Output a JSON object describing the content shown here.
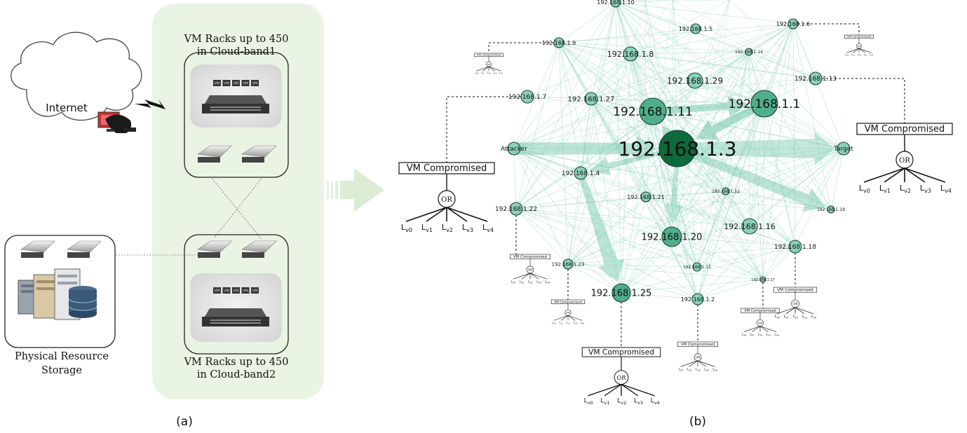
{
  "panel_a": {
    "internet_label": "Internet",
    "rack_top_label_line1": "VM Racks up to 450",
    "rack_top_label_line2": "in Cloud-band1",
    "rack_bottom_label_line1": "VM Racks up to 450",
    "rack_bottom_label_line2": "in Cloud-band2",
    "storage_label_line1": "Physical Resource",
    "storage_label_line2": "Storage",
    "vm_tag": "VM",
    "caption": "(a)"
  },
  "panel_b": {
    "caption": "(b)",
    "compromised_label": "VM Compromised",
    "or_label": "OR",
    "leaf_labels": [
      "L",
      "L",
      "L",
      "L",
      "L"
    ],
    "leaf_subs": [
      "v0",
      "v1",
      "v2",
      "v3",
      "v4"
    ],
    "nodes": [
      {
        "id": "n13",
        "label": "192.168.1.3"
      },
      {
        "id": "n11",
        "label": "192.168.1.11"
      },
      {
        "id": "n1",
        "label": "192.168.1.1"
      },
      {
        "id": "n29",
        "label": "192.168.1.29"
      },
      {
        "id": "n8",
        "label": "192.168.1.8"
      },
      {
        "id": "n27",
        "label": "192.168.1.27"
      },
      {
        "id": "n7",
        "label": "192.168.1.7"
      },
      {
        "id": "n9",
        "label": "192.168.1.9"
      },
      {
        "id": "n10",
        "label": "192.168.1.10"
      },
      {
        "id": "n5",
        "label": "192.168.1.5"
      },
      {
        "id": "n6",
        "label": "192.168.1.6"
      },
      {
        "id": "n14",
        "label": "192.168.1.14"
      },
      {
        "id": "n13b",
        "label": "192.168.1.13"
      },
      {
        "id": "attacker",
        "label": "Attacker"
      },
      {
        "id": "target",
        "label": "Target"
      },
      {
        "id": "n4",
        "label": "192.168.1.4"
      },
      {
        "id": "n21",
        "label": "192.168.1.21"
      },
      {
        "id": "n12",
        "label": "192.168.1.12"
      },
      {
        "id": "n19",
        "label": "192.168.1.19"
      },
      {
        "id": "n22",
        "label": "192.168.1.22"
      },
      {
        "id": "n20",
        "label": "192.168.1.20"
      },
      {
        "id": "n16",
        "label": "192.168.1.16"
      },
      {
        "id": "n18",
        "label": "192.168.1.18"
      },
      {
        "id": "n23",
        "label": "192.168.1.23"
      },
      {
        "id": "n15",
        "label": "192.168.1.15"
      },
      {
        "id": "n17",
        "label": "192.168.1.17"
      },
      {
        "id": "n25",
        "label": "192.168.1.25"
      },
      {
        "id": "n2",
        "label": "192.168.1.2"
      }
    ],
    "colors": {
      "edge": "#8fd4bf",
      "node_light": "#8ad2b8",
      "node_mid": "#4faf8a",
      "node_dark": "#0d6a3a",
      "panel_bg": "#eef6ea"
    }
  }
}
